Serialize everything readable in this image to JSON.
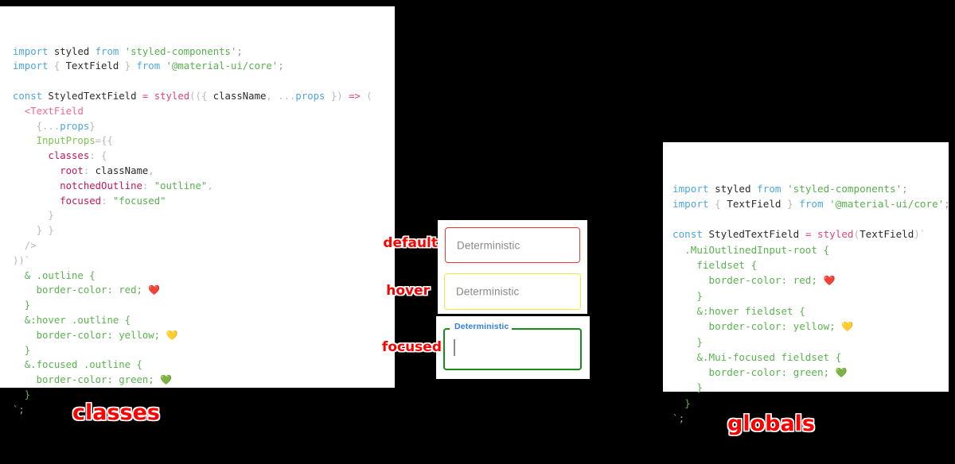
{
  "background_color": "#000000",
  "panels": {
    "classes": {
      "title": "classes",
      "code_lines": [
        [
          {
            "t": "import ",
            "c": "kw"
          },
          {
            "t": "styled ",
            "c": "def"
          },
          {
            "t": "from ",
            "c": "kw"
          },
          {
            "t": "'styled-components'",
            "c": "str"
          },
          {
            "t": ";",
            "c": "tick"
          }
        ],
        [
          {
            "t": "import ",
            "c": "kw"
          },
          {
            "t": "{ ",
            "c": "punc"
          },
          {
            "t": "TextField",
            "c": "def"
          },
          {
            "t": " } ",
            "c": "punc"
          },
          {
            "t": "from ",
            "c": "kw"
          },
          {
            "t": "'@material-ui/core'",
            "c": "str"
          },
          {
            "t": ";",
            "c": "tick"
          }
        ],
        [],
        [
          {
            "t": "const ",
            "c": "kw"
          },
          {
            "t": "StyledTextField ",
            "c": "def"
          },
          {
            "t": "= ",
            "c": "op"
          },
          {
            "t": "styled",
            "c": "fn"
          },
          {
            "t": "((",
            "c": "punc"
          },
          {
            "t": "{ ",
            "c": "punc"
          },
          {
            "t": "className",
            "c": "def"
          },
          {
            "t": ", ",
            "c": "punc"
          },
          {
            "t": "...",
            "c": "punc"
          },
          {
            "t": "props",
            "c": "var"
          },
          {
            "t": " })",
            "c": "punc"
          },
          {
            "t": " => ",
            "c": "op"
          },
          {
            "t": "(",
            "c": "punc"
          }
        ],
        [
          {
            "t": "  <",
            "c": "tag"
          },
          {
            "t": "TextField",
            "c": "tag"
          }
        ],
        [
          {
            "t": "    {",
            "c": "punc"
          },
          {
            "t": "...",
            "c": "punc"
          },
          {
            "t": "props",
            "c": "var"
          },
          {
            "t": "}",
            "c": "punc"
          }
        ],
        [
          {
            "t": "    InputProps",
            "c": "attr"
          },
          {
            "t": "={{",
            "c": "punc"
          }
        ],
        [
          {
            "t": "      classes",
            "c": "prop"
          },
          {
            "t": ": {",
            "c": "punc"
          }
        ],
        [
          {
            "t": "        root",
            "c": "prop"
          },
          {
            "t": ": ",
            "c": "punc"
          },
          {
            "t": "className",
            "c": "def"
          },
          {
            "t": ",",
            "c": "punc"
          }
        ],
        [
          {
            "t": "        notchedOutline",
            "c": "prop"
          },
          {
            "t": ": ",
            "c": "punc"
          },
          {
            "t": "\"outline\"",
            "c": "str"
          },
          {
            "t": ",",
            "c": "punc"
          }
        ],
        [
          {
            "t": "        focused",
            "c": "prop"
          },
          {
            "t": ": ",
            "c": "punc"
          },
          {
            "t": "\"focused\"",
            "c": "str"
          }
        ],
        [
          {
            "t": "      }",
            "c": "punc"
          }
        ],
        [
          {
            "t": "    } }",
            "c": "punc"
          }
        ],
        [
          {
            "t": "  />",
            "c": "punc"
          }
        ],
        [
          {
            "t": "))`",
            "c": "punc"
          }
        ],
        [
          {
            "t": "  & .outline {",
            "c": "css"
          }
        ],
        [
          {
            "t": "    border-color: red; ",
            "c": "css"
          },
          {
            "t": "❤️",
            "c": "emoji"
          }
        ],
        [
          {
            "t": "  }",
            "c": "css"
          }
        ],
        [
          {
            "t": "  &:hover .outline {",
            "c": "css"
          }
        ],
        [
          {
            "t": "    border-color: yellow; ",
            "c": "css"
          },
          {
            "t": "💛",
            "c": "emoji"
          }
        ],
        [
          {
            "t": "  }",
            "c": "css"
          }
        ],
        [
          {
            "t": "  &.focused .outline {",
            "c": "css"
          }
        ],
        [
          {
            "t": "    border-color: green; ",
            "c": "css"
          },
          {
            "t": "💚",
            "c": "emoji"
          }
        ],
        [
          {
            "t": "  }",
            "c": "css"
          }
        ],
        [
          {
            "t": "`;",
            "c": "tick"
          }
        ]
      ]
    },
    "globals": {
      "title": "globals",
      "code_lines": [
        [
          {
            "t": "import ",
            "c": "kw"
          },
          {
            "t": "styled ",
            "c": "def"
          },
          {
            "t": "from ",
            "c": "kw"
          },
          {
            "t": "'styled-components'",
            "c": "str"
          },
          {
            "t": ";",
            "c": "tick"
          }
        ],
        [
          {
            "t": "import ",
            "c": "kw"
          },
          {
            "t": "{ ",
            "c": "punc"
          },
          {
            "t": "TextField",
            "c": "def"
          },
          {
            "t": " } ",
            "c": "punc"
          },
          {
            "t": "from ",
            "c": "kw"
          },
          {
            "t": "'@material-ui/core'",
            "c": "str"
          },
          {
            "t": ";",
            "c": "tick"
          }
        ],
        [],
        [
          {
            "t": "const ",
            "c": "kw"
          },
          {
            "t": "StyledTextField ",
            "c": "def"
          },
          {
            "t": "= ",
            "c": "op"
          },
          {
            "t": "styled",
            "c": "fn"
          },
          {
            "t": "(",
            "c": "punc"
          },
          {
            "t": "TextField",
            "c": "def"
          },
          {
            "t": ")`",
            "c": "punc"
          }
        ],
        [
          {
            "t": "  .MuiOutlinedInput-root {",
            "c": "css"
          }
        ],
        [
          {
            "t": "    fieldset {",
            "c": "css"
          }
        ],
        [
          {
            "t": "      border-color: red; ",
            "c": "css"
          },
          {
            "t": "❤️",
            "c": "emoji"
          }
        ],
        [
          {
            "t": "    }",
            "c": "css"
          }
        ],
        [
          {
            "t": "    &:hover fieldset {",
            "c": "css"
          }
        ],
        [
          {
            "t": "      border-color: yellow; ",
            "c": "css"
          },
          {
            "t": "💛",
            "c": "emoji"
          }
        ],
        [
          {
            "t": "    }",
            "c": "css"
          }
        ],
        [
          {
            "t": "    &.Mui-focused fieldset {",
            "c": "css"
          }
        ],
        [
          {
            "t": "      border-color: green; ",
            "c": "css"
          },
          {
            "t": "💚",
            "c": "emoji"
          }
        ],
        [
          {
            "t": "    }",
            "c": "css"
          }
        ],
        [
          {
            "t": "  }",
            "c": "css"
          }
        ],
        [
          {
            "t": "`;",
            "c": "tick"
          }
        ]
      ]
    }
  },
  "demo": {
    "annotations": {
      "default": "default",
      "hover": "hover",
      "focused": "focused"
    },
    "fields": {
      "default": {
        "placeholder": "Deterministic",
        "value": "",
        "border_color": "#f0382e",
        "state": "default"
      },
      "hover": {
        "placeholder": "Deterministic",
        "value": "",
        "border_color": "#f5e542",
        "state": "hover"
      },
      "focused": {
        "label": "Deterministic",
        "value": "",
        "border_color": "#1a8a1a",
        "label_color": "#2f7fe0",
        "state": "focused"
      }
    }
  }
}
